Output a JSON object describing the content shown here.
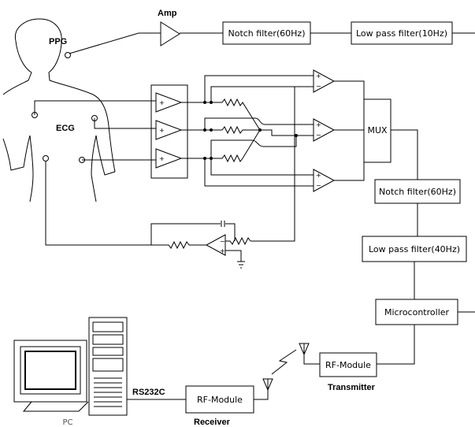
{
  "labels": {
    "amp": "Amp",
    "ppg": "PPG",
    "ecg": "ECG",
    "notch_filter_ppg": "Notch filter(60Hz)",
    "low_pass_ppg": "Low pass filter(10Hz)",
    "mux": "MUX",
    "notch_filter_ecg": "Notch filter(60Hz)",
    "low_pass_ecg": "Low pass filter(40Hz)",
    "microcontroller": "Microcontroller",
    "rf_module_tx": "RF-Module",
    "transmitter": "Transmitter",
    "rf_module_rx": "RF-Module",
    "receiver": "Receiver",
    "rs232c": "RS232C",
    "pc": "PC"
  }
}
